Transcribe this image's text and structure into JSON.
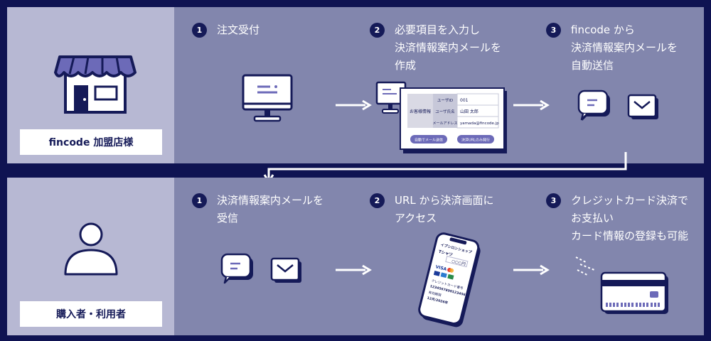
{
  "colors": {
    "background": "#0f1352",
    "panel": "#8286ad",
    "side_panel": "#b7b8d3",
    "navy": "#151a58",
    "accent": "#6c6ab8",
    "white": "#ffffff"
  },
  "merchant": {
    "label": "fincode 加盟店様",
    "steps": [
      {
        "num": "1",
        "text": "注文受付"
      },
      {
        "num": "2",
        "text": "必要項目を入力し\n決済情報案内メールを\n作成"
      },
      {
        "num": "3",
        "text": "fincode から\n決済情報案内メールを\n自動送信"
      }
    ],
    "form": {
      "section_label": "お客様情報",
      "fields": [
        {
          "label": "ユーザID",
          "value": "001"
        },
        {
          "label": "ユーザ氏名",
          "value": "山田 太郎"
        },
        {
          "label": "メールアドレス",
          "value": "yamada@fincode.jp"
        }
      ],
      "buttons": [
        "自動でメール送信",
        "決済URLのみ発行"
      ]
    }
  },
  "buyer": {
    "label": "購入者・利用者",
    "steps": [
      {
        "num": "1",
        "text": "決済情報案内メールを\n受信"
      },
      {
        "num": "2",
        "text": "URL から決済画面に\nアクセス"
      },
      {
        "num": "3",
        "text": "クレジットカード決済で\nお支払い\nカード情報の登録も可能"
      }
    ],
    "phone": {
      "shop": "イプシロンショップ",
      "item": "Tシャツ",
      "price": "○○○円",
      "card_label": "クレジットカード番号",
      "card_number": "1234567890123456",
      "expiry_label": "有効期限",
      "expiry": "12月/2026年",
      "brands": [
        "VISA"
      ]
    }
  }
}
